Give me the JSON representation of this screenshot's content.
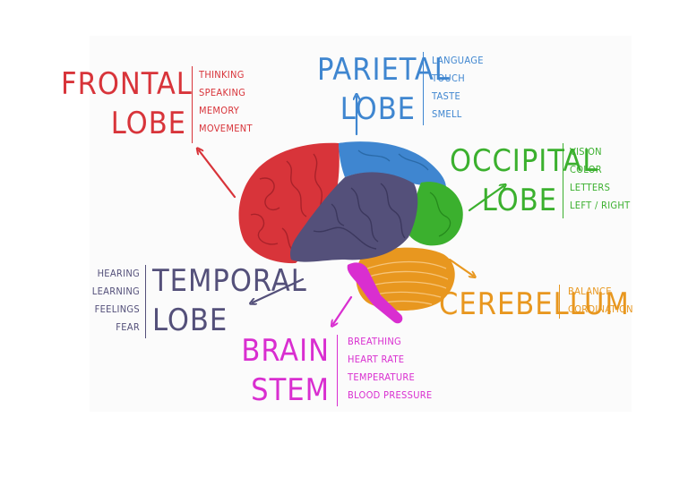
{
  "colors": {
    "frontal": "#d8343a",
    "parietal": "#3f86d0",
    "occipital": "#3bb02e",
    "temporal": "#54507a",
    "cerebellum": "#e8971f",
    "stem": "#d92ed0"
  },
  "lobes": {
    "frontal": {
      "title": [
        "FRONTAL",
        "LOBE"
      ],
      "functions": [
        "THINKING",
        "SPEAKING",
        "MEMORY",
        "MOVEMENT"
      ]
    },
    "parietal": {
      "title": [
        "PARIETAL",
        "LOBE"
      ],
      "functions": [
        "LANGUAGE",
        "TOUCH",
        "TASTE",
        "SMELL"
      ]
    },
    "occipital": {
      "title": [
        "OCCIPITAL",
        "LOBE"
      ],
      "functions": [
        "VISION",
        "COLOR",
        "LETTERS",
        "LEFT / RIGHT"
      ]
    },
    "temporal": {
      "title": [
        "TEMPORAL",
        "LOBE"
      ],
      "functions": [
        "HEARING",
        "LEARNING",
        "FEELINGS",
        "FEAR"
      ]
    },
    "cerebellum": {
      "title": [
        "CEREBELLUM"
      ],
      "functions": [
        "BALANCE",
        "CORDINATION"
      ]
    },
    "stem": {
      "title": [
        "BRAIN",
        "STEM"
      ],
      "functions": [
        "BREATHING",
        "HEART RATE",
        "TEMPERATURE",
        "BLOOD PRESSURE"
      ]
    }
  }
}
